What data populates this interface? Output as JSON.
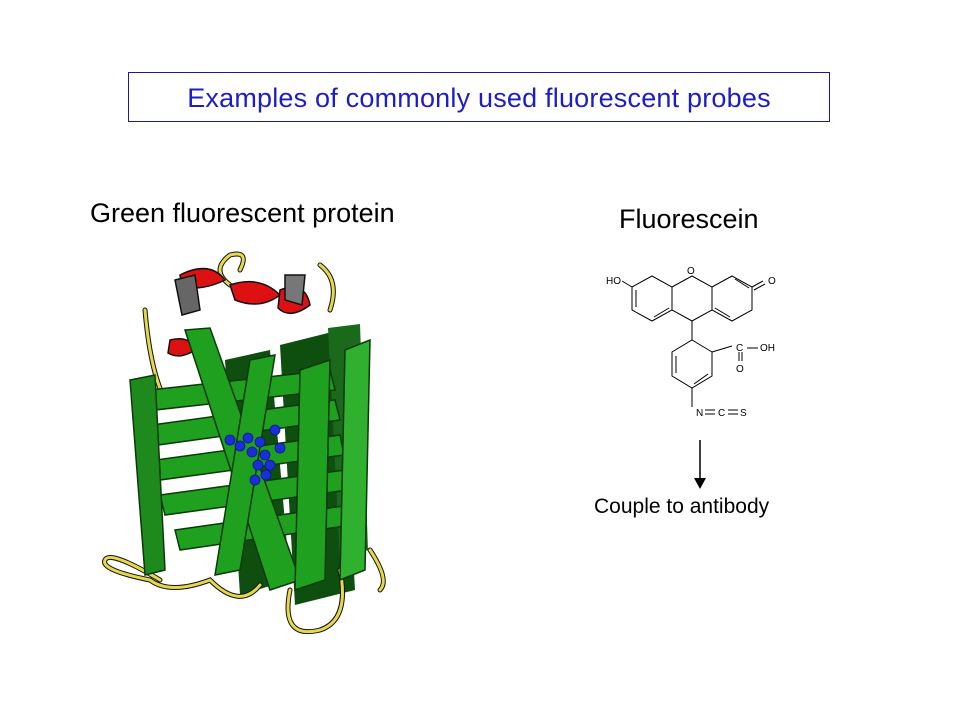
{
  "title": "Examples of commonly used fluorescent probes",
  "gfp": {
    "label": "Green fluorescent protein"
  },
  "fluorescein": {
    "label": "Fluorescein",
    "atoms": {
      "ho": "HO",
      "o_ring": "O",
      "o_keto": "O",
      "c": "C",
      "oh": "OH",
      "o_carbonyl": "O",
      "n": "N",
      "c2": "C",
      "s": "S"
    }
  },
  "arrow_label": "Couple to antibody",
  "colors": {
    "title": "#1d1dc8",
    "strand": "#1fa01f",
    "strand_dark": "#0b4a0b",
    "helix": "#dd1111",
    "loop": "#e6d84a",
    "chromophore": "#1a2fd6"
  }
}
